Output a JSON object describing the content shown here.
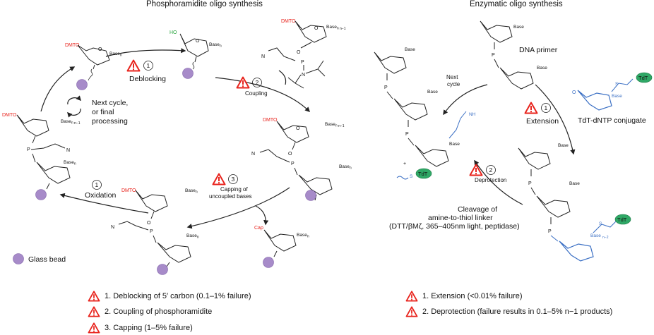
{
  "titles": {
    "left": "Phosphoramidite oligo synthesis",
    "right": "Enzymatic oligo synthesis"
  },
  "left_cycle": {
    "dmto": "DMTO",
    "ho": "HO",
    "cap": "Cap",
    "n": "N",
    "p": "P",
    "o": "O",
    "base_n": "Base",
    "sub_n": "n",
    "sub_n1": "n−1",
    "step1_num": "1",
    "step1_label": "Deblocking",
    "step2_num": "2",
    "step2_label": "Coupling",
    "step3_num": "3",
    "step3_label_1": "Capping of",
    "step3_label_2": "uncoupled bases",
    "oxidation_num": "1",
    "oxidation_label": "Oxidation",
    "next_cycle_1": "Next cycle,",
    "next_cycle_2": "or final",
    "next_cycle_3": "processing",
    "glass_bead": "Glass bead"
  },
  "right_cycle": {
    "dna_primer": "DNA primer",
    "next_cycle_1": "Next",
    "next_cycle_2": "cycle",
    "extension_num": "1",
    "extension_label": "Extension",
    "conjugate": "TdT-dNTP conjugate",
    "deprotection_num": "2",
    "deprotection_label": "Deprotection",
    "tdt": "TdT",
    "nh": "NH",
    "s": "S",
    "plus": "+",
    "cleavage_1": "Cleavage of",
    "cleavage_2": "amine-to-thiol linker",
    "cleavage_3": "(DTT/βMζ, 365–405nm light, peptidase)",
    "sub_n2": "n−2"
  },
  "legend_left": [
    "1. Deblocking of 5′ carbon (0.1–1% failure)",
    "2. Coupling of phosphoramidite",
    "3. Capping (1–5% failure)"
  ],
  "legend_right": [
    "1. Extension (<0.01% failure)",
    "2. Deprotection (failure results in 0.1–5% n−1 products)"
  ],
  "colors": {
    "red": "#e8231c",
    "green": "#2aa640",
    "blue": "#3a6fc4",
    "bead": "#a78bc9",
    "bead_stroke": "#7f62a8",
    "tdt": "#2fa866"
  }
}
